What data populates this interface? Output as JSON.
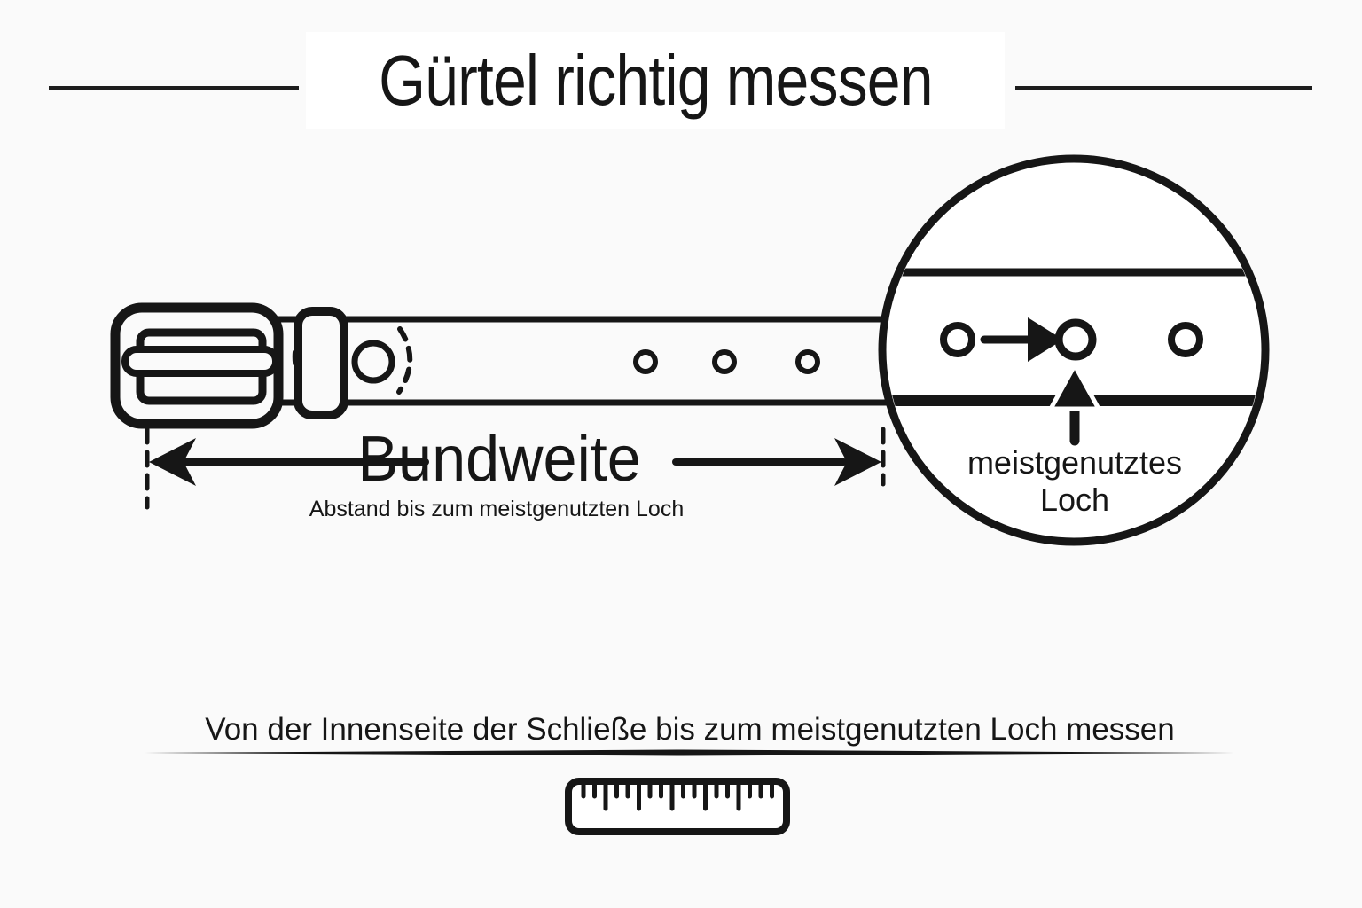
{
  "colors": {
    "background": "#fafafa",
    "panel": "#ffffff",
    "ink": "#161616"
  },
  "header": {
    "title": "Gürtel richtig messen"
  },
  "belt_diagram": {
    "measure_label": "Bundweite",
    "measure_note": "Abstand bis zum meistgenutzten Loch",
    "magnifier_caption_line1": "meistgenutztes",
    "magnifier_caption_line2": "Loch"
  },
  "footer": {
    "instruction": "Von der Innenseite der Schließe bis zum meistgenutzten Loch messen"
  },
  "icons": {
    "ruler": "ruler-icon",
    "magnifier": "magnifier-circle",
    "belt": "belt-illustration",
    "left_arrow": "measure-arrow-left",
    "right_arrow": "measure-arrow-right",
    "pointer_arrow": "hole-pointer-arrow",
    "up_arrow": "hole-up-arrow"
  }
}
